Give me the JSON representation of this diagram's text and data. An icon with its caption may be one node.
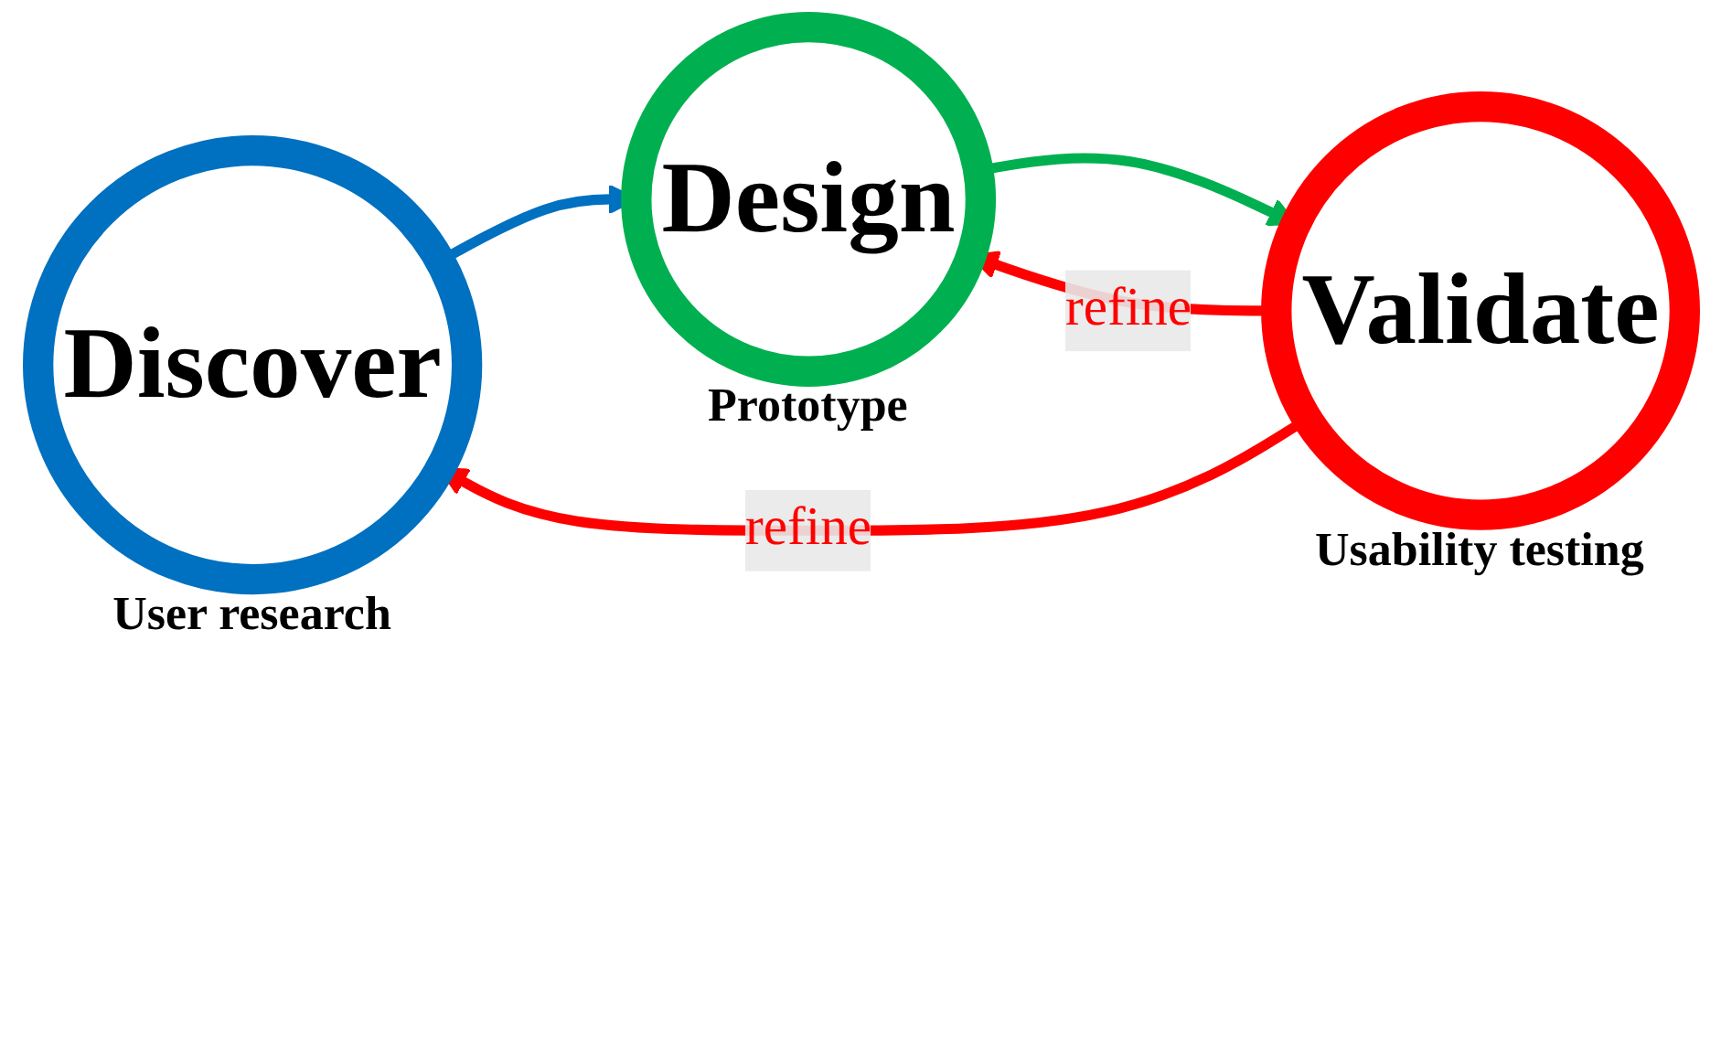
{
  "diagram": {
    "nodes": [
      {
        "text": [
          "Discover"
        ],
        "beside": [
          "User research"
        ]
      },
      {
        "text": [
          "Design"
        ],
        "beside": [
          "Prototype"
        ]
      },
      {
        "text": [
          "Validate"
        ],
        "beside": [
          "Usability testing"
        ]
      }
    ],
    "edges": [
      {
        "from": 0,
        "to": 1,
        "arrow": "to",
        "color": "#0070c0"
      },
      {
        "from": 1,
        "to": 2,
        "arrow": "to",
        "color": "#00b050"
      },
      {
        "from": 2,
        "to": 0,
        "arrow": "to",
        "label": "refine",
        "color": "#ff0000"
      },
      {
        "from": 2,
        "to": 1,
        "arrow": "to",
        "label": "refine",
        "color": "#ff0000"
      }
    ]
  }
}
